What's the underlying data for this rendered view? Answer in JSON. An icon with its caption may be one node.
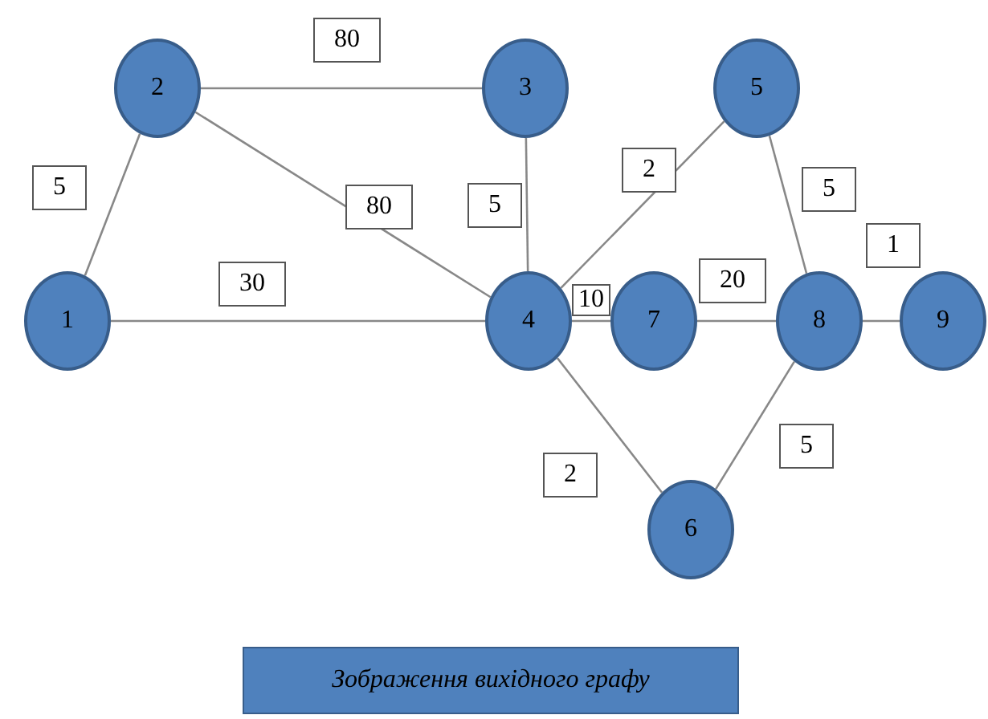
{
  "diagram": {
    "caption": "Зображення вихідного графу",
    "nodes": [
      {
        "text": [
          "1"
        ]
      },
      {
        "text": [
          "2"
        ]
      },
      {
        "text": [
          "3"
        ]
      },
      {
        "text": [
          "4"
        ]
      },
      {
        "text": [
          "5"
        ]
      },
      {
        "text": [
          "6"
        ]
      },
      {
        "text": [
          "7"
        ]
      },
      {
        "text": [
          "8"
        ]
      },
      {
        "text": [
          "9"
        ]
      }
    ],
    "edges": [
      {
        "from": 1,
        "to": 2,
        "arrow": "none",
        "label": "80"
      },
      {
        "from": 0,
        "to": 1,
        "arrow": "none",
        "label": "5"
      },
      {
        "from": 1,
        "to": 3,
        "arrow": "none",
        "label": "80"
      },
      {
        "from": 0,
        "to": 3,
        "arrow": "none",
        "label": "30"
      },
      {
        "from": 2,
        "to": 3,
        "arrow": "none",
        "label": "5"
      },
      {
        "from": 3,
        "to": 4,
        "arrow": "none",
        "label": "2"
      },
      {
        "from": 3,
        "to": 6,
        "arrow": "none",
        "label": "10"
      },
      {
        "from": 6,
        "to": 7,
        "arrow": "none",
        "label": "20"
      },
      {
        "from": 4,
        "to": 7,
        "arrow": "none",
        "label": "5"
      },
      {
        "from": 7,
        "to": 8,
        "arrow": "none",
        "label": "1"
      },
      {
        "from": 5,
        "to": 7,
        "arrow": "none",
        "label": "5"
      },
      {
        "from": 3,
        "to": 5,
        "arrow": "none",
        "label": "2"
      }
    ]
  }
}
